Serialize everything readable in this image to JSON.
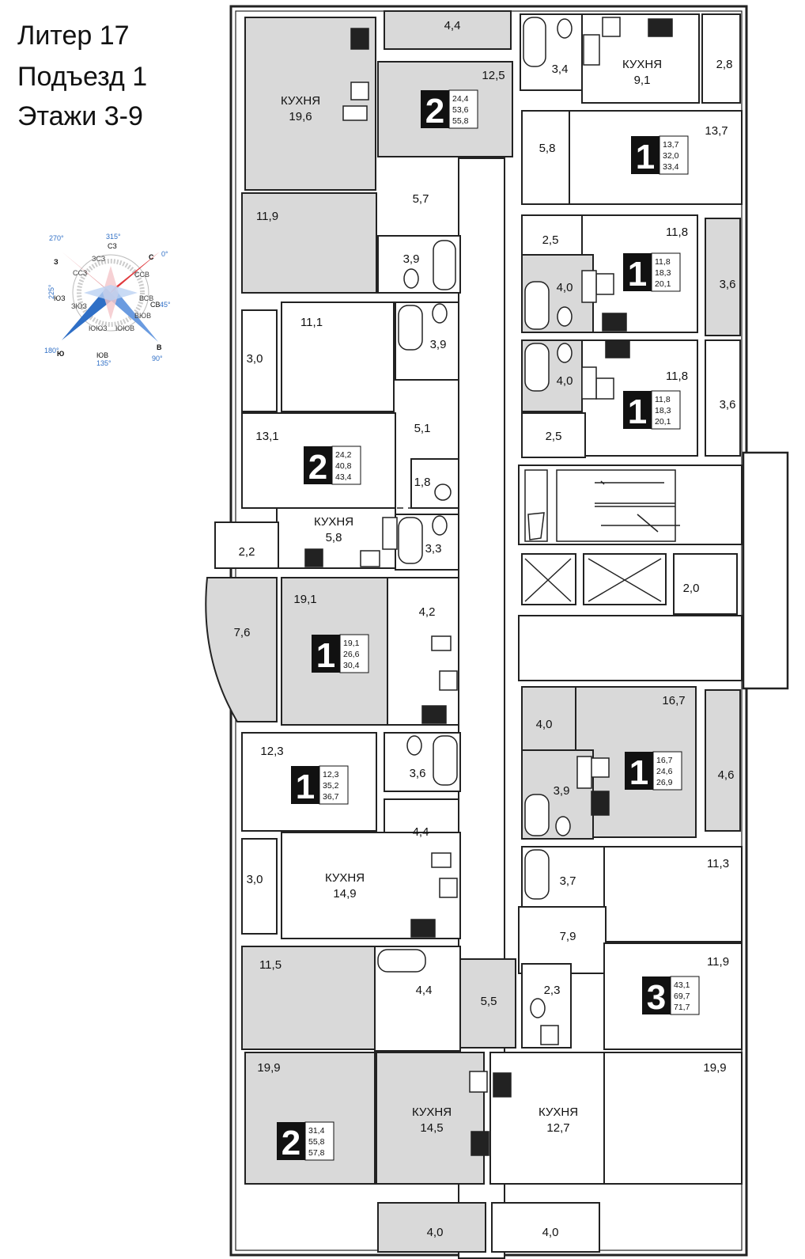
{
  "header": {
    "line1": "Литер 17",
    "line2": "Подъезд 1",
    "line3": "Этажи 3-9"
  },
  "colors": {
    "room_fill": "#d9d9d9",
    "wall": "#222222",
    "badge": "#111111",
    "compass_red": "#e0383c",
    "compass_blue": "#2f6fc6"
  },
  "compass": {
    "north": "С",
    "east": "В",
    "south": "Ю",
    "west": "З",
    "deg_n": "0°",
    "deg_ne": "45°",
    "deg_e": "90°",
    "deg_se": "135°",
    "deg_s": "180°",
    "deg_sw": "225°",
    "deg_w": "270°",
    "deg_nw": "315°",
    "sub_ne": "СВ",
    "sub_se": "ЮВ",
    "sub_sw": "ЮЗ",
    "sub_nw": "СЗ",
    "sub_nne": "ССВ",
    "sub_ene": "ВСВ",
    "sub_ese": "ВЮВ",
    "sub_sse": "ЮЮВ",
    "sub_ssw": "ЮЮЗ",
    "sub_wsw": "ЗЮЗ",
    "sub_wnw": "ЗСЗ",
    "sub_nnw": "ССЗ"
  },
  "rooms": {
    "r_4_4_top": "4,4",
    "r_kitchen_19_6": "КУХНЯ",
    "r_kitchen_19_6_area": "19,6",
    "r_12_5": "12,5",
    "r_5_7": "5,7",
    "r_11_9_left": "11,9",
    "r_3_9_a": "3,9",
    "r_11_1": "11,1",
    "r_3_9_b": "3,9",
    "r_3_0_a": "3,0",
    "r_5_1": "5,1",
    "r_13_1": "13,1",
    "r_1_8": "1,8",
    "r_kitchen_5_8": "КУХНЯ",
    "r_kitchen_5_8_area": "5,8",
    "r_3_3": "3,3",
    "r_2_2": "2,2",
    "r_19_1": "19,1",
    "r_4_2": "4,2",
    "r_7_6": "7,6",
    "r_12_3": "12,3",
    "r_3_6_left": "3,6",
    "r_4_4_mid": "4,4",
    "r_3_0_b": "3,0",
    "r_kitchen_14_9": "КУХНЯ",
    "r_kitchen_14_9_area": "14,9",
    "r_11_5": "11,5",
    "r_4_4_low": "4,4",
    "r_5_5": "5,5",
    "r_19_9_left": "19,9",
    "r_kitchen_14_5": "КУХНЯ",
    "r_kitchen_14_5_area": "14,5",
    "r_4_0_bl": "4,0",
    "r_3_4": "3,4",
    "r_kitchen_9_1": "КУХНЯ",
    "r_kitchen_9_1_area": "9,1",
    "r_2_8": "2,8",
    "r_5_8": "5,8",
    "r_13_7": "13,7",
    "r_2_5_a": "2,5",
    "r_11_8_a": "11,8",
    "r_4_0_a": "4,0",
    "r_3_6_a": "3,6",
    "r_4_0_b": "4,0",
    "r_11_8_b": "11,8",
    "r_3_6_b": "3,6",
    "r_2_5_b": "2,5",
    "r_2_0": "2,0",
    "r_4_0_c": "4,0",
    "r_16_7": "16,7",
    "r_3_9_c": "3,9",
    "r_4_6": "4,6",
    "r_3_7": "3,7",
    "r_11_3": "11,3",
    "r_7_9": "7,9",
    "r_2_3": "2,3",
    "r_11_9_right": "11,9",
    "r_19_9_right": "19,9",
    "r_kitchen_12_7": "КУХНЯ",
    "r_kitchen_12_7_area": "12,7",
    "r_4_0_br": "4,0"
  },
  "badges": {
    "b1": {
      "num": "2",
      "a": "24,4",
      "b": "53,6",
      "c": "55,8"
    },
    "b2": {
      "num": "1",
      "a": "13,7",
      "b": "32,0",
      "c": "33,4"
    },
    "b3": {
      "num": "1",
      "a": "11,8",
      "b": "18,3",
      "c": "20,1"
    },
    "b4": {
      "num": "1",
      "a": "11,8",
      "b": "18,3",
      "c": "20,1"
    },
    "b5": {
      "num": "2",
      "a": "24,2",
      "b": "40,8",
      "c": "43,4"
    },
    "b6": {
      "num": "1",
      "a": "19,1",
      "b": "26,6",
      "c": "30,4"
    },
    "b7": {
      "num": "1",
      "a": "16,7",
      "b": "24,6",
      "c": "26,9"
    },
    "b8": {
      "num": "1",
      "a": "12,3",
      "b": "35,2",
      "c": "36,7"
    },
    "b9": {
      "num": "3",
      "a": "43,1",
      "b": "69,7",
      "c": "71,7"
    },
    "b10": {
      "num": "2",
      "a": "31,4",
      "b": "55,8",
      "c": "57,8"
    }
  }
}
